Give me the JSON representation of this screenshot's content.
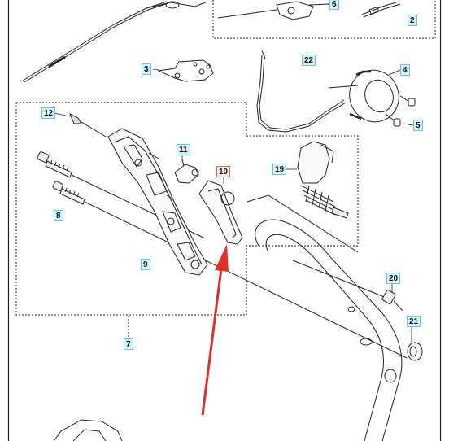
{
  "diagram": {
    "callouts": [
      {
        "id": "2",
        "text": "2",
        "highlight": false
      },
      {
        "id": "3",
        "text": "3",
        "highlight": false
      },
      {
        "id": "4",
        "text": "4",
        "highlight": false
      },
      {
        "id": "5",
        "text": "5",
        "highlight": false
      },
      {
        "id": "6",
        "text": "6",
        "highlight": false
      },
      {
        "id": "7",
        "text": "7",
        "highlight": false
      },
      {
        "id": "8",
        "text": "8",
        "highlight": false
      },
      {
        "id": "9",
        "text": "9",
        "highlight": false
      },
      {
        "id": "10",
        "text": "10",
        "highlight": true
      },
      {
        "id": "11",
        "text": "11",
        "highlight": false
      },
      {
        "id": "12",
        "text": "12",
        "highlight": false
      },
      {
        "id": "19",
        "text": "19",
        "highlight": false
      },
      {
        "id": "20",
        "text": "20",
        "highlight": false
      },
      {
        "id": "21",
        "text": "21",
        "highlight": false
      },
      {
        "id": "22",
        "text": "22",
        "highlight": false
      }
    ],
    "colors": {
      "callout_fill": "#d8f1fb",
      "callout_border": "#63c6e3",
      "highlight_border": "#e8673e",
      "arrow": "#e0302a",
      "line": "#222222"
    }
  }
}
